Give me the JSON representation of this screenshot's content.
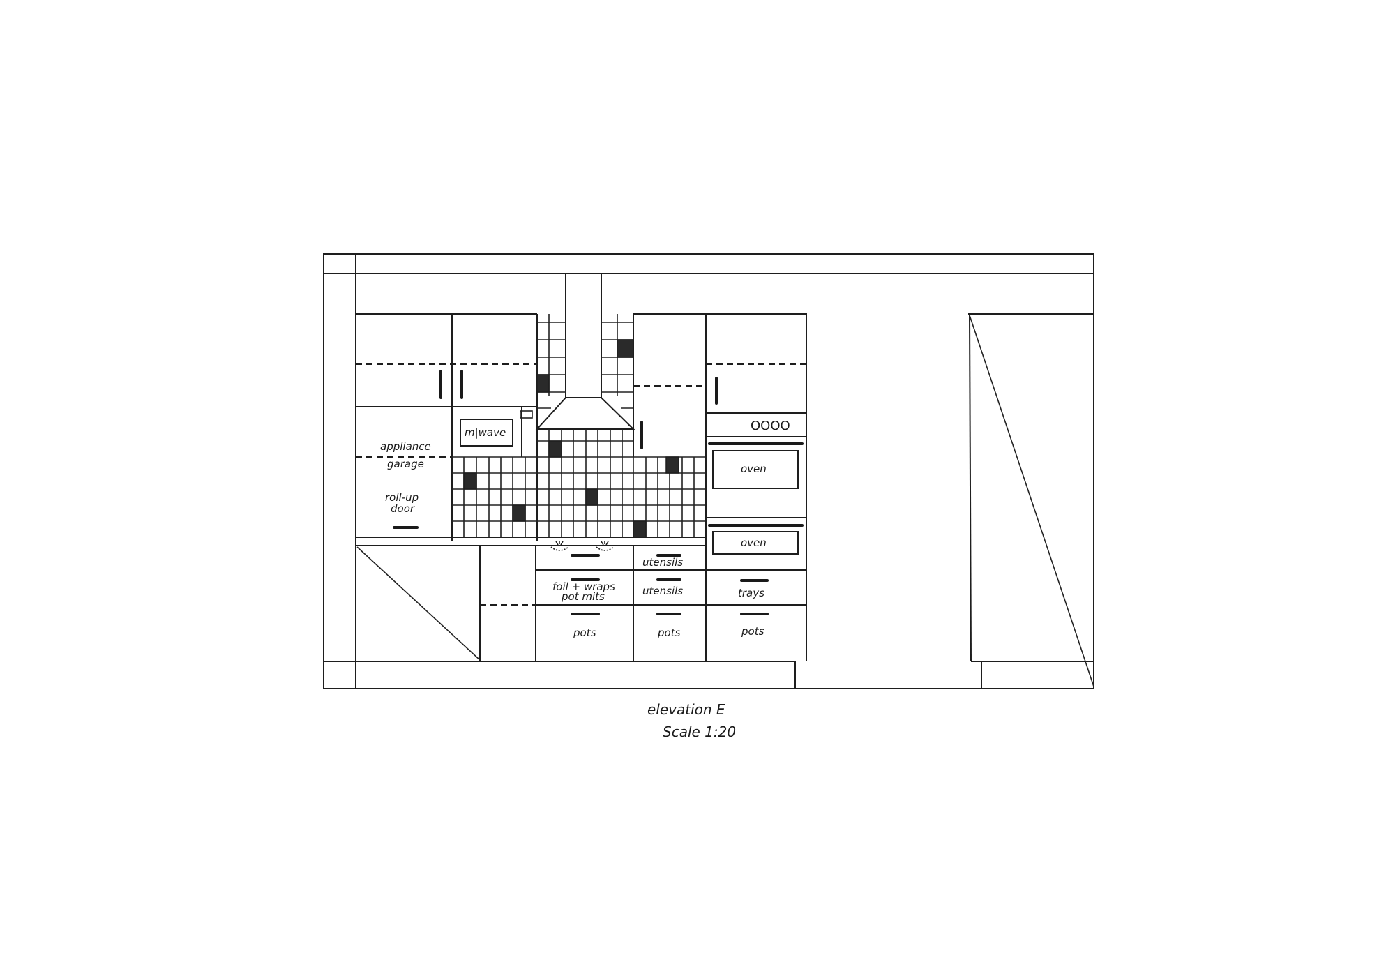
{
  "drawing": {
    "title": "elevation E",
    "scale": "Scale 1:20"
  },
  "labels": {
    "microwave": "m|wave",
    "appliance_garage_1": "appliance",
    "appliance_garage_2": "garage",
    "rollup_1": "roll-up",
    "rollup_2": "door",
    "cooktop_burners": "OOOO",
    "oven_upper": "oven",
    "oven_lower": "oven",
    "drawer_utensils_top": "utensils",
    "drawer_foil_1": "foil + wraps",
    "drawer_foil_2": "pot mits",
    "drawer_utensils_mid": "utensils",
    "drawer_trays": "trays",
    "drawer_pots_1": "pots",
    "drawer_pots_2": "pots",
    "drawer_pots_3": "pots"
  },
  "colors": {
    "ink": "#1e1e1e",
    "paper": "#ffffff",
    "tile_dark": "#2a2a2a"
  }
}
